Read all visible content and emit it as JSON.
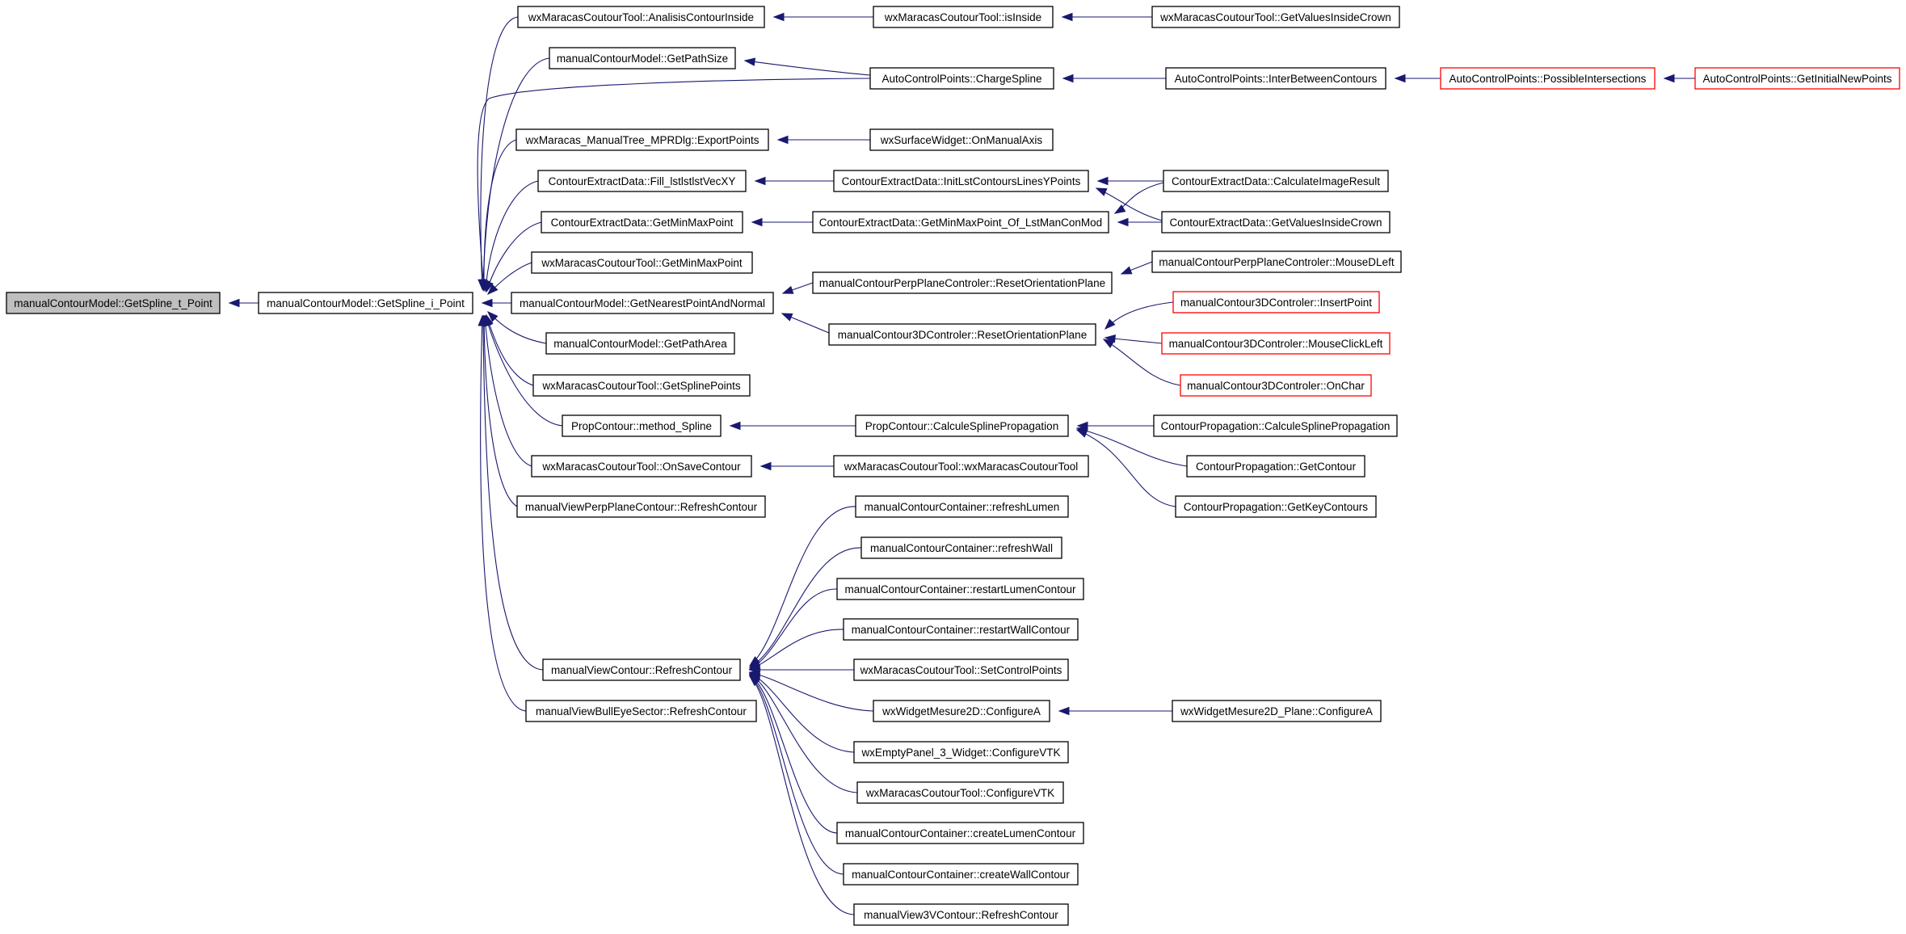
{
  "diagram": {
    "type": "call-graph",
    "colors": {
      "edge": "#191970",
      "root_fill": "#bfbfbf",
      "truncated_border": "#ff0000",
      "node_border": "#000000"
    },
    "nodes": [
      {
        "id": "n0",
        "label": "manualContourModel::GetSpline_t_Point",
        "style": "root"
      },
      {
        "id": "n1",
        "label": "manualContourModel::GetSpline_i_Point",
        "style": "normal"
      },
      {
        "id": "n2",
        "label": "wxMaracasCoutourTool::AnalisisContourInside",
        "style": "normal"
      },
      {
        "id": "n3",
        "label": "manualContourModel::GetPathSize",
        "style": "normal"
      },
      {
        "id": "n4",
        "label": "wxMaracas_ManualTree_MPRDlg::ExportPoints",
        "style": "normal"
      },
      {
        "id": "n5",
        "label": "ContourExtractData::Fill_lstlstlstVecXY",
        "style": "normal"
      },
      {
        "id": "n6",
        "label": "ContourExtractData::GetMinMaxPoint",
        "style": "normal"
      },
      {
        "id": "n7",
        "label": "wxMaracasCoutourTool::GetMinMaxPoint",
        "style": "normal"
      },
      {
        "id": "n8",
        "label": "manualContourModel::GetNearestPointAndNormal",
        "style": "normal"
      },
      {
        "id": "n9",
        "label": "manualContourModel::GetPathArea",
        "style": "normal"
      },
      {
        "id": "n10",
        "label": "wxMaracasCoutourTool::GetSplinePoints",
        "style": "normal"
      },
      {
        "id": "n11",
        "label": "PropContour::method_Spline",
        "style": "normal"
      },
      {
        "id": "n12",
        "label": "wxMaracasCoutourTool::OnSaveContour",
        "style": "normal"
      },
      {
        "id": "n13",
        "label": "manualViewPerpPlaneContour::RefreshContour",
        "style": "normal"
      },
      {
        "id": "n14",
        "label": "manualViewContour::RefreshContour",
        "style": "normal"
      },
      {
        "id": "n15",
        "label": "manualViewBullEyeSector::RefreshContour",
        "style": "normal"
      },
      {
        "id": "n16",
        "label": "wxMaracasCoutourTool::isInside",
        "style": "normal"
      },
      {
        "id": "n17",
        "label": "AutoControlPoints::ChargeSpline",
        "style": "normal"
      },
      {
        "id": "n18",
        "label": "wxSurfaceWidget::OnManualAxis",
        "style": "normal"
      },
      {
        "id": "n19",
        "label": "ContourExtractData::InitLstContoursLinesYPoints",
        "style": "normal"
      },
      {
        "id": "n20",
        "label": "ContourExtractData::GetMinMaxPoint_Of_LstManConMod",
        "style": "normal"
      },
      {
        "id": "n21",
        "label": "manualContourPerpPlaneControler::ResetOrientationPlane",
        "style": "normal"
      },
      {
        "id": "n22",
        "label": "manualContour3DControler::ResetOrientationPlane",
        "style": "normal"
      },
      {
        "id": "n23",
        "label": "PropContour::CalculeSplinePropagation",
        "style": "normal"
      },
      {
        "id": "n24",
        "label": "wxMaracasCoutourTool::wxMaracasCoutourTool",
        "style": "normal"
      },
      {
        "id": "n25",
        "label": "manualContourContainer::refreshLumen",
        "style": "normal"
      },
      {
        "id": "n26",
        "label": "manualContourContainer::refreshWall",
        "style": "normal"
      },
      {
        "id": "n27",
        "label": "manualContourContainer::restartLumenContour",
        "style": "normal"
      },
      {
        "id": "n28",
        "label": "manualContourContainer::restartWallContour",
        "style": "normal"
      },
      {
        "id": "n29",
        "label": "wxMaracasCoutourTool::SetControlPoints",
        "style": "normal"
      },
      {
        "id": "n30",
        "label": "wxWidgetMesure2D::ConfigureA",
        "style": "normal"
      },
      {
        "id": "n31",
        "label": "wxEmptyPanel_3_Widget::ConfigureVTK",
        "style": "normal"
      },
      {
        "id": "n32",
        "label": "wxMaracasCoutourTool::ConfigureVTK",
        "style": "normal"
      },
      {
        "id": "n33",
        "label": "manualContourContainer::createLumenContour",
        "style": "normal"
      },
      {
        "id": "n34",
        "label": "manualContourContainer::createWallContour",
        "style": "normal"
      },
      {
        "id": "n35",
        "label": "manualView3VContour::RefreshContour",
        "style": "normal"
      },
      {
        "id": "n36",
        "label": "wxMaracasCoutourTool::GetValuesInsideCrown",
        "style": "normal"
      },
      {
        "id": "n37",
        "label": "AutoControlPoints::InterBetweenContours",
        "style": "normal"
      },
      {
        "id": "n38",
        "label": "ContourExtractData::CalculateImageResult",
        "style": "normal"
      },
      {
        "id": "n39",
        "label": "ContourExtractData::GetValuesInsideCrown",
        "style": "normal"
      },
      {
        "id": "n40",
        "label": "manualContourPerpPlaneControler::MouseDLeft",
        "style": "normal"
      },
      {
        "id": "n41",
        "label": "manualContour3DControler::InsertPoint",
        "style": "truncated"
      },
      {
        "id": "n42",
        "label": "manualContour3DControler::MouseClickLeft",
        "style": "truncated"
      },
      {
        "id": "n43",
        "label": "manualContour3DControler::OnChar",
        "style": "truncated"
      },
      {
        "id": "n44",
        "label": "ContourPropagation::CalculeSplinePropagation",
        "style": "normal"
      },
      {
        "id": "n45",
        "label": "ContourPropagation::GetContour",
        "style": "normal"
      },
      {
        "id": "n46",
        "label": "ContourPropagation::GetKeyContours",
        "style": "normal"
      },
      {
        "id": "n47",
        "label": "wxWidgetMesure2D_Plane::ConfigureA",
        "style": "normal"
      },
      {
        "id": "n48",
        "label": "AutoControlPoints::PossibleIntersections",
        "style": "truncated"
      },
      {
        "id": "n49",
        "label": "AutoControlPoints::GetInitialNewPoints",
        "style": "truncated"
      }
    ],
    "edges": [
      {
        "from": "n1",
        "to": "n0"
      },
      {
        "from": "n2",
        "to": "n1"
      },
      {
        "from": "n3",
        "to": "n1"
      },
      {
        "from": "n17",
        "to": "n1"
      },
      {
        "from": "n4",
        "to": "n1"
      },
      {
        "from": "n5",
        "to": "n1"
      },
      {
        "from": "n6",
        "to": "n1"
      },
      {
        "from": "n7",
        "to": "n1"
      },
      {
        "from": "n8",
        "to": "n1"
      },
      {
        "from": "n9",
        "to": "n1"
      },
      {
        "from": "n10",
        "to": "n1"
      },
      {
        "from": "n11",
        "to": "n1"
      },
      {
        "from": "n12",
        "to": "n1"
      },
      {
        "from": "n13",
        "to": "n1"
      },
      {
        "from": "n14",
        "to": "n1"
      },
      {
        "from": "n15",
        "to": "n1"
      },
      {
        "from": "n16",
        "to": "n2"
      },
      {
        "from": "n36",
        "to": "n16"
      },
      {
        "from": "n17",
        "to": "n3"
      },
      {
        "from": "n37",
        "to": "n17"
      },
      {
        "from": "n48",
        "to": "n37"
      },
      {
        "from": "n49",
        "to": "n48"
      },
      {
        "from": "n18",
        "to": "n4"
      },
      {
        "from": "n19",
        "to": "n5"
      },
      {
        "from": "n38",
        "to": "n19"
      },
      {
        "from": "n39",
        "to": "n19"
      },
      {
        "from": "n20",
        "to": "n6"
      },
      {
        "from": "n39",
        "to": "n20"
      },
      {
        "from": "n38",
        "to": "n20"
      },
      {
        "from": "n21",
        "to": "n8"
      },
      {
        "from": "n40",
        "to": "n21"
      },
      {
        "from": "n22",
        "to": "n8"
      },
      {
        "from": "n41",
        "to": "n22"
      },
      {
        "from": "n42",
        "to": "n22"
      },
      {
        "from": "n43",
        "to": "n22"
      },
      {
        "from": "n23",
        "to": "n11"
      },
      {
        "from": "n44",
        "to": "n23"
      },
      {
        "from": "n45",
        "to": "n23"
      },
      {
        "from": "n46",
        "to": "n23"
      },
      {
        "from": "n24",
        "to": "n12"
      },
      {
        "from": "n25",
        "to": "n14"
      },
      {
        "from": "n26",
        "to": "n14"
      },
      {
        "from": "n27",
        "to": "n14"
      },
      {
        "from": "n28",
        "to": "n14"
      },
      {
        "from": "n29",
        "to": "n14"
      },
      {
        "from": "n30",
        "to": "n14"
      },
      {
        "from": "n31",
        "to": "n14"
      },
      {
        "from": "n32",
        "to": "n14"
      },
      {
        "from": "n33",
        "to": "n14"
      },
      {
        "from": "n34",
        "to": "n14"
      },
      {
        "from": "n35",
        "to": "n14"
      },
      {
        "from": "n47",
        "to": "n30"
      }
    ]
  }
}
